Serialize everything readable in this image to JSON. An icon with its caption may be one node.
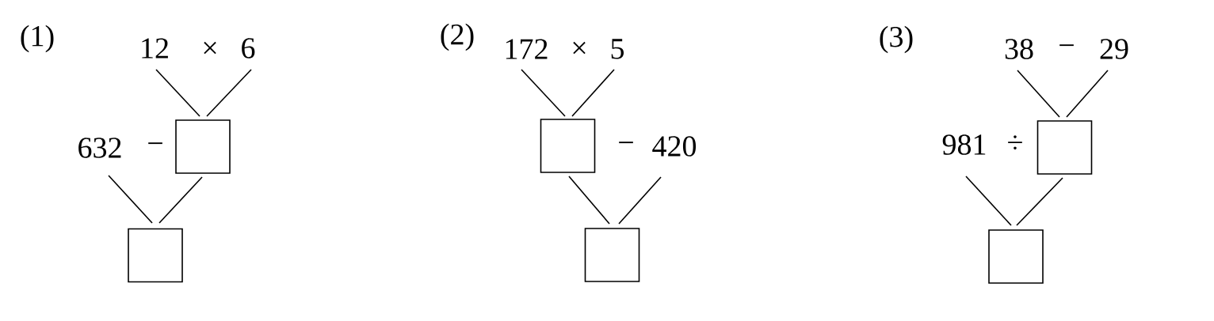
{
  "diagram": {
    "nodes": [
      {
        "text": [
          "12"
        ]
      },
      {
        "text": [
          "6"
        ]
      },
      {
        "text": [],
        "shape": "box"
      },
      {
        "text": [
          "632"
        ]
      },
      {
        "text": [],
        "shape": "box"
      },
      {
        "text": [
          "172"
        ]
      },
      {
        "text": [
          "5"
        ]
      },
      {
        "text": [],
        "shape": "box"
      },
      {
        "text": [
          "420"
        ]
      },
      {
        "text": [],
        "shape": "box"
      },
      {
        "text": [
          "38"
        ]
      },
      {
        "text": [
          "29"
        ]
      },
      {
        "text": [],
        "shape": "box"
      },
      {
        "text": [
          "981"
        ]
      },
      {
        "text": [],
        "shape": "box"
      }
    ],
    "edges": [
      {
        "from": 0,
        "to": 2,
        "arrow": "none"
      },
      {
        "from": 1,
        "to": 2,
        "arrow": "none"
      },
      {
        "from": 3,
        "to": 4,
        "arrow": "none"
      },
      {
        "from": 2,
        "to": 4,
        "arrow": "none"
      },
      {
        "from": 5,
        "to": 7,
        "arrow": "none"
      },
      {
        "from": 6,
        "to": 7,
        "arrow": "none"
      },
      {
        "from": 7,
        "to": 9,
        "arrow": "none"
      },
      {
        "from": 8,
        "to": 9,
        "arrow": "none"
      },
      {
        "from": 10,
        "to": 12,
        "arrow": "none"
      },
      {
        "from": 11,
        "to": 12,
        "arrow": "none"
      },
      {
        "from": 13,
        "to": 14,
        "arrow": "none"
      },
      {
        "from": 12,
        "to": 14,
        "arrow": "none"
      }
    ],
    "labels": [
      "(1)",
      "×",
      "−",
      "(2)",
      "×",
      "−",
      "(3)",
      "−",
      "÷"
    ]
  }
}
